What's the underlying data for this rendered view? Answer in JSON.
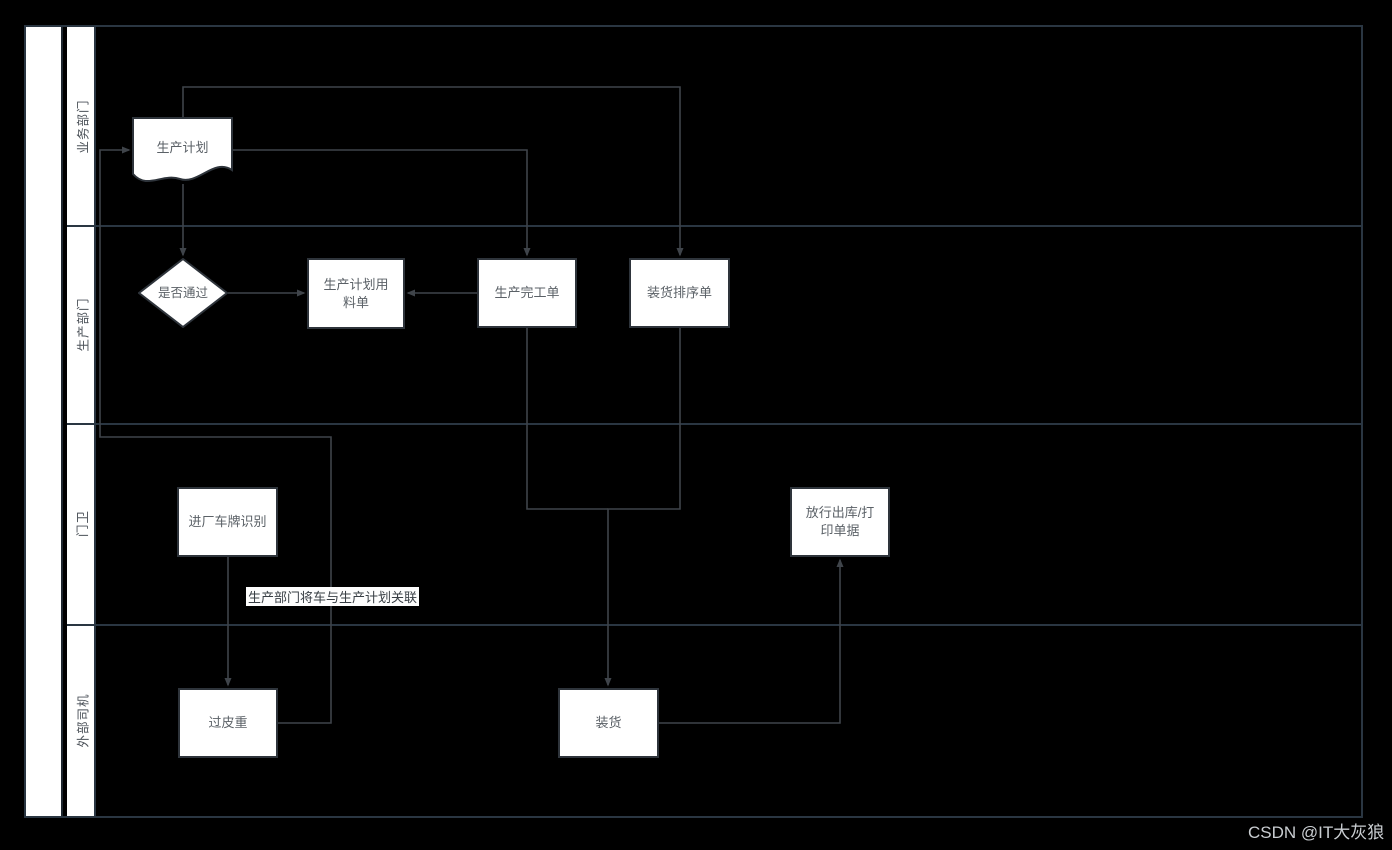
{
  "pool": {
    "lanes": [
      {
        "label": "业务部门"
      },
      {
        "label": "生产部门"
      },
      {
        "label": "门卫"
      },
      {
        "label": "外部司机"
      }
    ]
  },
  "nodes": {
    "production_plan": {
      "label": "生产计划",
      "type": "document"
    },
    "approval_decision": {
      "label": "是否通过",
      "type": "decision"
    },
    "material_list": {
      "label": "生产计划用料单",
      "type": "process"
    },
    "completion_order": {
      "label": "生产完工单",
      "type": "process"
    },
    "loading_sequence": {
      "label": "装货排序单",
      "type": "process"
    },
    "plate_recognition": {
      "label": "进厂车牌识别",
      "type": "process"
    },
    "release_print": {
      "label": "放行出库/打印单据",
      "type": "process"
    },
    "tare_weighing": {
      "label": "过皮重",
      "type": "process"
    },
    "loading": {
      "label": "装货",
      "type": "process"
    }
  },
  "edge_labels": {
    "vehicle_plan_link": "生产部门将车与生产计划关联"
  },
  "watermark": "CSDN @IT大灰狼",
  "colors": {
    "background": "#000000",
    "lane_border": "#2a3642",
    "shape_border": "#2e343b",
    "shape_fill": "#ffffff",
    "shape_text": "#5b6167",
    "connector": "#3f444a",
    "edge_label_text": "#383e44",
    "watermark_text": "#c9cdd1"
  }
}
